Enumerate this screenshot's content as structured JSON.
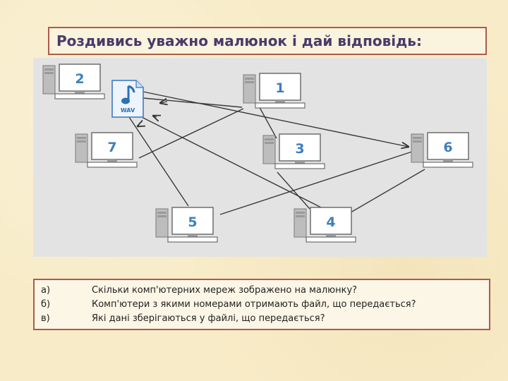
{
  "title": "Роздивись уважно малюнок і дай відповідь:",
  "figure": {
    "computers": [
      "2",
      "1",
      "7",
      "3",
      "6",
      "5",
      "4"
    ],
    "file_icon": {
      "label": "WAV",
      "icon": "music-note-icon"
    }
  },
  "questions": [
    {
      "marker": "а)",
      "text": "Скільки комп'ютерних мереж зображено на малюнку?"
    },
    {
      "marker": "б)",
      "text": "Комп'ютери з якими номерами отримають файл, що передається?"
    },
    {
      "marker": "в)",
      "text": "Які дані зберігаються у файлі, що передається?"
    }
  ],
  "colors": {
    "title": "#4a3a6a",
    "border": "#b05a4a",
    "numbers": "#3d7fc0"
  }
}
